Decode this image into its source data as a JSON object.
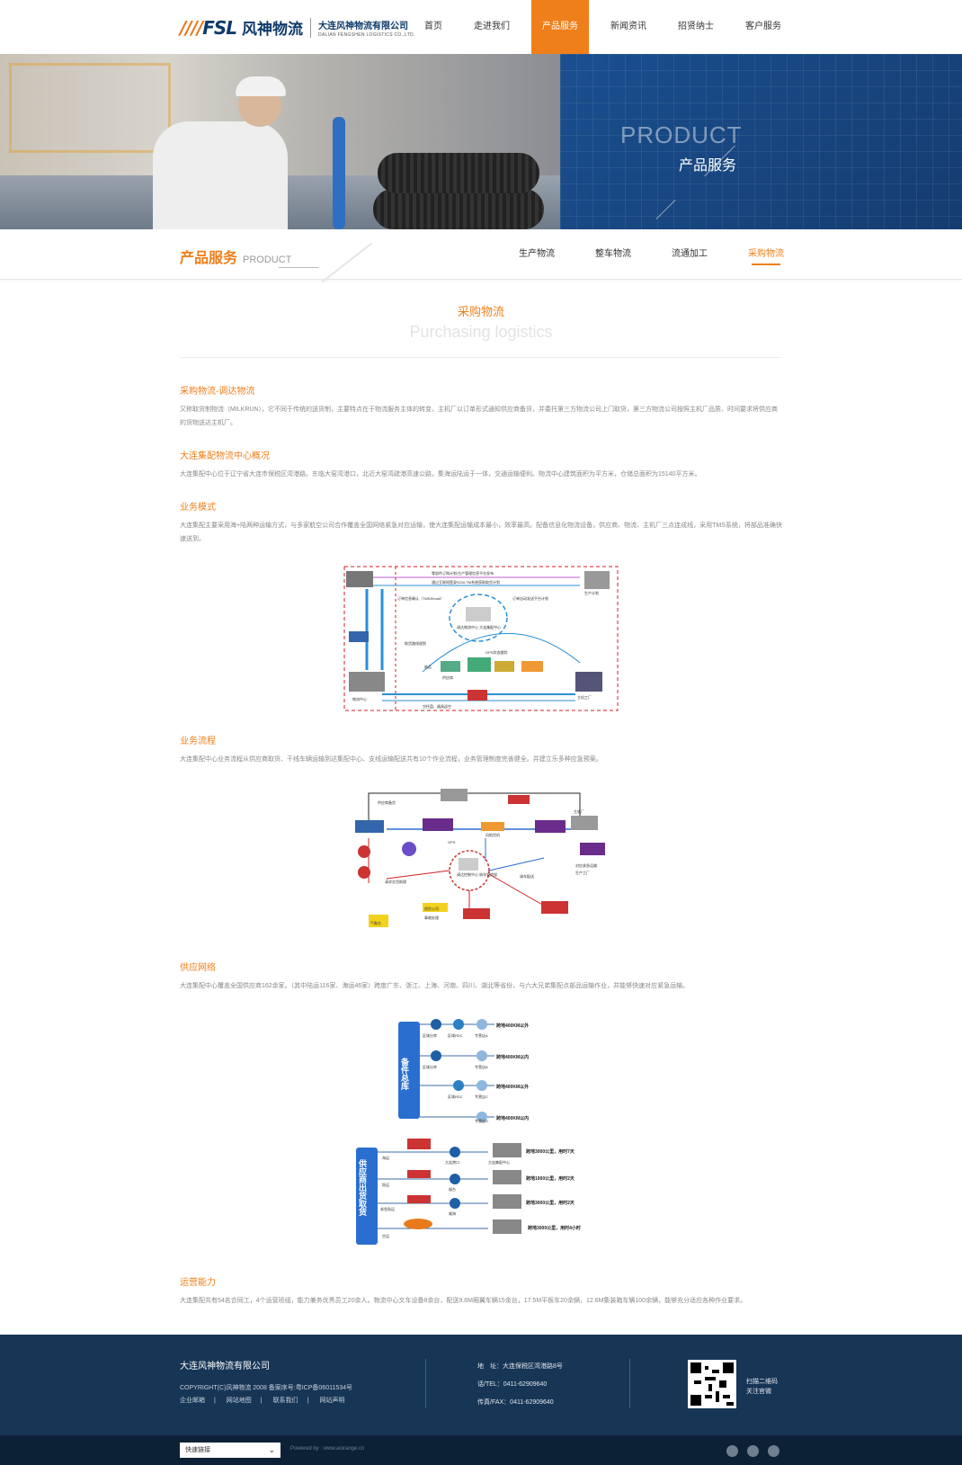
{
  "header": {
    "logo_mark_stripes": "////",
    "logo_mark": "FSL",
    "logo_cn": "风神物流",
    "logo_company": "大连风神物流有限公司",
    "logo_company_en": "DALIAN FENGSHEN LOGISTICS CO.,LTD.",
    "nav": [
      "首页",
      "走进我们",
      "产品服务",
      "新闻资讯",
      "招贤纳士",
      "客户服务"
    ],
    "nav_active": "产品服务"
  },
  "banner": {
    "title_en": "PRODUCT",
    "title_cn": "产品服务"
  },
  "subnav": {
    "title_cn": "产品服务",
    "title_en": "PRODUCT",
    "tabs": [
      "生产物流",
      "整车物流",
      "流通加工",
      "采购物流"
    ],
    "active": "采购物流"
  },
  "content": {
    "title_cn": "采购物流",
    "title_en": "Purchasing logistics",
    "sections": [
      {
        "title": "采购物流-调达物流",
        "text": "又称取货制物流（MILKRUN），它不同于传统的送货制，主要特点在于物流服务主体的转变，主机厂以订单形式通知供应商备货，并委托第三方物流公司上门取货，第三方物流公司按照主机厂品质、时间要求将供应商的货物送达主机厂。"
      },
      {
        "title": "大连集配物流中心概况",
        "text": "大连集配中心位于辽宁省大连市保税区湾港路。东临大窑湾港口，北近大窑湾疏港高速公路，集海运陆运于一体，交通运输便利。物流中心建筑面积为平方米，仓储总面积为15140平方米。"
      },
      {
        "title": "业务模式",
        "text": "大连集配主要采用海+陆两种运输方式，与多家航空公司合作覆盖全国网络紧急对应运输，使大连集配运输成本最小，效率最高。配备信息化物流设备，供应商、物流、主机厂三点连成线，采用TMS系统，将部品准确快速送到。"
      },
      {
        "title": "业务流程",
        "text": "大连集配中心业务流程从供应商取货、干线车辆运输到达集配中心、支线运输配送共有10个作业流程，业务管理制度完善健全。并建立乐多种应急预案。"
      },
      {
        "title": "供应网络",
        "text": "大连集配中心覆盖全国供应商162余家。（其中陆运116家、海运46家）跨度广东、浙江、上海、河南、四川、湖北等省份，与六大兄弟集配点部品运输作业，并能够快速对应紧急运输。"
      },
      {
        "title": "运营能力",
        "text": "大连集配共有54名合同工，4个运营班组，能力兼务优秀员工20余人。物流中心叉车设备8余台，配送9.6M厢翼车辆15余台，17.5M平板车20余辆，12.6M集装箱车辆100余辆，能够充分适应各种作业要求。"
      }
    ],
    "diagram1": {
      "labels": [
        "零部件订购计划/生产管理信息平台发布",
        "通过互联网登录SCM-TM系统获取取货计划",
        "订单信息确认（TMS/Email）",
        "订单自动发送平台计划",
        "调达物流中心 大连集配中心",
        "GPS状态跟踪",
        "生产计划",
        "取货路线规划",
        "纳品",
        "供应商",
        "空托盘、器具返空",
        "物流中心",
        "主机工厂"
      ]
    },
    "diagram2": {
      "labels": [
        "供应商备货",
        "风航货机",
        "GPS",
        "调达控制中心 纳车管控部",
        "请求交货助理",
        "保险公司",
        "事故处理",
        "调车配送",
        "主机厂",
        "对应紧急运输",
        "生产工厂",
        "气象台"
      ]
    },
    "diagram3": {
      "hub": "备件总库",
      "rows": [
        {
          "nodes": [
            "区域分库",
            "区域RDC",
            "专营店A"
          ],
          "note": "跨地400KM以外"
        },
        {
          "nodes": [
            "区域分库",
            "专营店B"
          ],
          "note": "跨地400KM以内"
        },
        {
          "nodes": [
            "区域RDC",
            "专营店C"
          ],
          "note": "跨地400KM以外"
        },
        {
          "nodes": [
            "专营店D"
          ],
          "note": "跨地400KM以内"
        }
      ]
    },
    "diagram4": {
      "hub": "供应商出货取货",
      "rows": [
        {
          "mode": "海运",
          "port": "大连港口",
          "dest": "大连集配中心",
          "note": "跨地3000公里，用时7天"
        },
        {
          "mode": "陆运",
          "port": "烟台",
          "dest": "",
          "note": "跨地1000公里，用时2天"
        },
        {
          "mode": "紧急陆运",
          "port": "威海",
          "dest": "",
          "note": "跨地3000公里，用时2天"
        },
        {
          "mode": "空运",
          "port": "",
          "dest": "",
          "note": "跨地3000公里，用时4小时"
        }
      ]
    }
  },
  "footer": {
    "company": "大连风神物流有限公司",
    "copyright": "COPYRIGHT(C)风神物流 2008 备案序号:粤ICP备06011534号",
    "links": [
      "企业邮箱",
      "网站地图",
      "联系我们",
      "网站声明"
    ],
    "address": "地　址：大连保税区湾港路8号",
    "tel": "话/TEL：0411-62909640",
    "fax": "传真/FAX：0411-62909640",
    "qr_line1": "扫描二维码",
    "qr_line2": "关注官微",
    "quick_links": "快速链接",
    "powered": "Powered by : www.aiorange.cn"
  },
  "colors": {
    "accent": "#ef7f1a",
    "navy": "#173656",
    "footer_bottom": "#0d2136",
    "banner_blue": "#1a4f8f"
  }
}
